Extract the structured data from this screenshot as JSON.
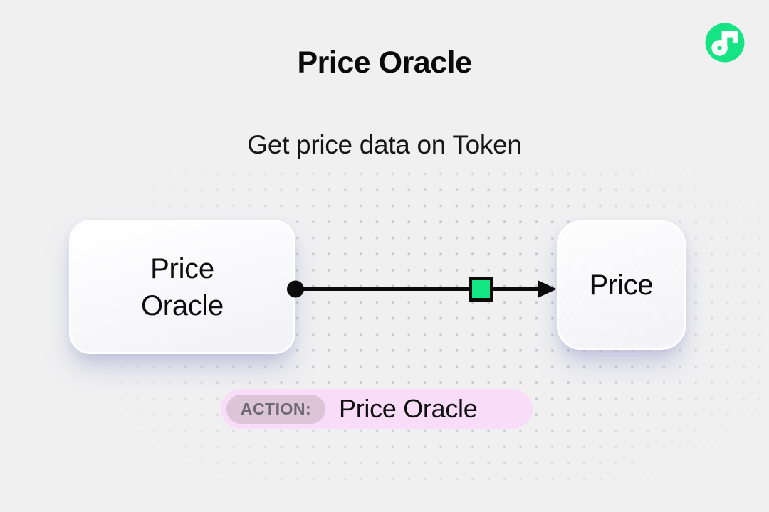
{
  "page": {
    "title": "Price Oracle",
    "subtitle": "Get price data on Token"
  },
  "brand": {
    "logo_name": "flow-logo",
    "logo_color": "#16e484",
    "logo_glyph_color": "#ffffff"
  },
  "diagram": {
    "source_node": {
      "label": "Price Oracle"
    },
    "target_node": {
      "label": "Price"
    },
    "connector": {
      "line_color": "#0b0b0b",
      "marker_shape": "square",
      "marker_color": "#12e581"
    }
  },
  "action_badge": {
    "label": "ACTION:",
    "value": "Price Oracle",
    "bg_color": "#f9ddf8",
    "label_bg_color": "#dcc5d9",
    "label_text_color": "#6e6875"
  },
  "colors": {
    "background": "#f0f0f1",
    "dot_grid": "#c7c7ca",
    "node_border": "#ffffff",
    "accent_green": "#16e484"
  }
}
